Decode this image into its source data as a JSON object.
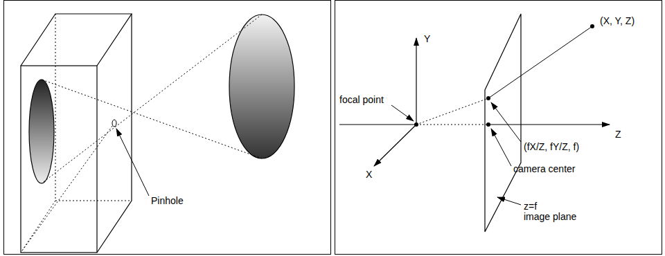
{
  "diagram": {
    "labels": [
      "Pinhole",
      "Y",
      "focal point",
      "X",
      "(X, Y, Z)",
      "Z",
      "(fX/Z, fY/Z, f)",
      "camera center",
      "z=f",
      "image plane"
    ]
  }
}
